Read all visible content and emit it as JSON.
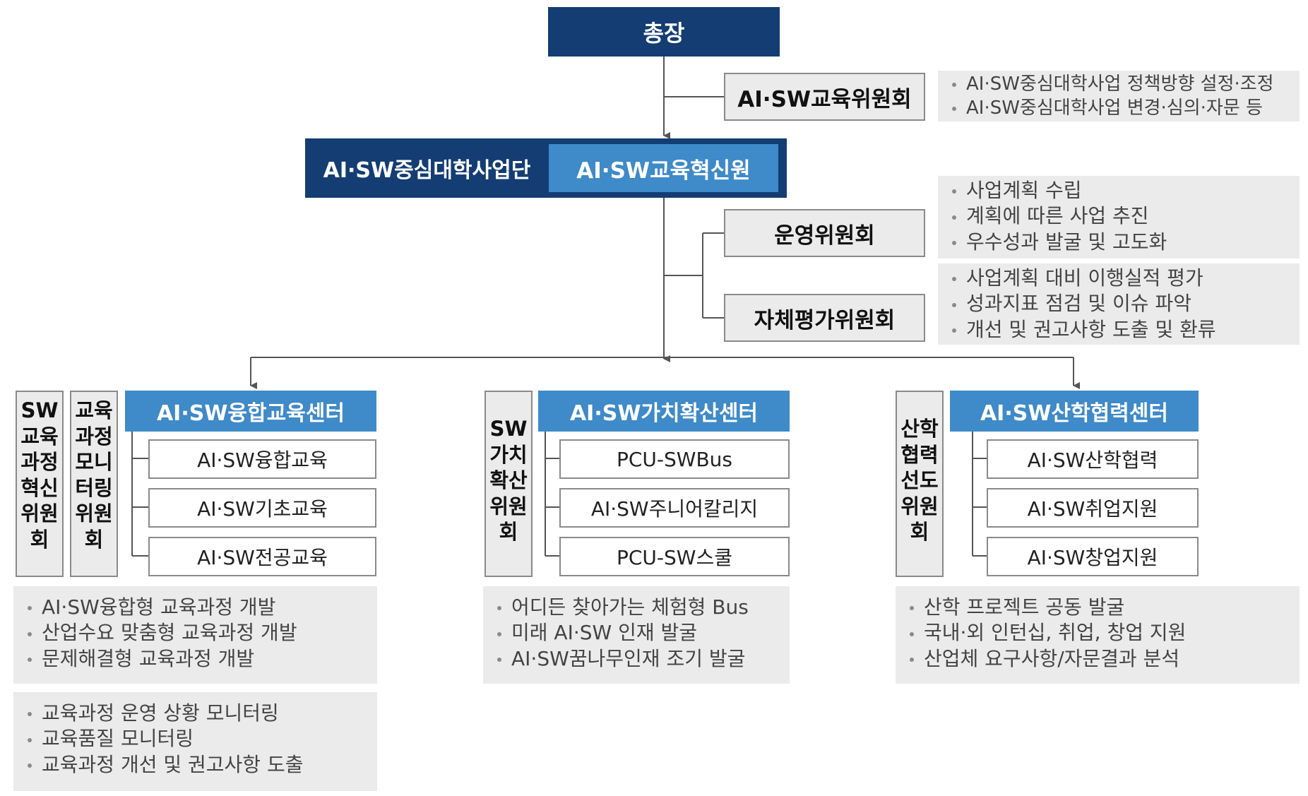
{
  "top": {
    "president": "총장"
  },
  "committee_top": {
    "label": "AI·SW교육위원회",
    "notes": [
      "AI·SW중심대학사업 정책방향 설정·조정",
      "AI·SW중심대학사업  변경·심의·자문 등"
    ]
  },
  "project": {
    "group_label": "AI·SW중심대학사업단",
    "institute_label": "AI·SW교육혁신원"
  },
  "operation": {
    "label": "운영위원회",
    "notes": [
      "사업계획 수립",
      "계획에 따른 사업 추진",
      "우수성과 발굴 및 고도화"
    ]
  },
  "self_eval": {
    "label": "자체평가위원회",
    "notes": [
      "사업계획 대비 이행실적 평가",
      "성과지표 점검 및 이슈 파악",
      "개선 및 권고사항 도출 및 환류"
    ]
  },
  "centers": [
    {
      "label": "AI·SW융합교육센터",
      "committees": [
        {
          "lines": [
            "SW",
            "교육",
            "과정",
            "혁신",
            "위원",
            "회"
          ]
        },
        {
          "lines": [
            "교육",
            "과정",
            "모니",
            "터링",
            "위원",
            "회"
          ]
        }
      ],
      "units": [
        "AI·SW융합교육",
        "AI·SW기초교육",
        "AI·SW전공교육"
      ],
      "notes": [
        "AI·SW융합형 교육과정 개발",
        "산업수요 맞춤형 교육과정 개발",
        "문제해결형 교육과정 개발"
      ],
      "notes2": [
        "교육과정 운영 상황 모니터링",
        "교육품질 모니터링",
        "교육과정 개선 및 권고사항 도출"
      ]
    },
    {
      "label": "AI·SW가치확산센터",
      "committees": [
        {
          "lines": [
            "SW",
            "가치",
            "확산",
            "위원",
            "회"
          ]
        }
      ],
      "units": [
        "PCU-SWBus",
        "AI·SW주니어칼리지",
        "PCU-SW스쿨"
      ],
      "notes": [
        "어디든 찾아가는 체험형 Bus",
        "미래 AI·SW 인재 발굴",
        "AI·SW꿈나무인재 조기 발굴"
      ]
    },
    {
      "label": "AI·SW산학협력센터",
      "committees": [
        {
          "lines": [
            "산학",
            "협력",
            "선도",
            "위원",
            "회"
          ]
        }
      ],
      "units": [
        "AI·SW산학협력",
        "AI·SW취업지원",
        "AI·SW창업지원"
      ],
      "notes": [
        "산학 프로젝트 공동 발굴",
        "국내·외 인턴십, 취업, 창업 지원",
        "산업체 요구사항/자문결과 분석"
      ]
    }
  ],
  "colors": {
    "navy": "#133d73",
    "blue": "#3f8ac8",
    "box_gray": "#ebebeb",
    "line": "#555555"
  }
}
